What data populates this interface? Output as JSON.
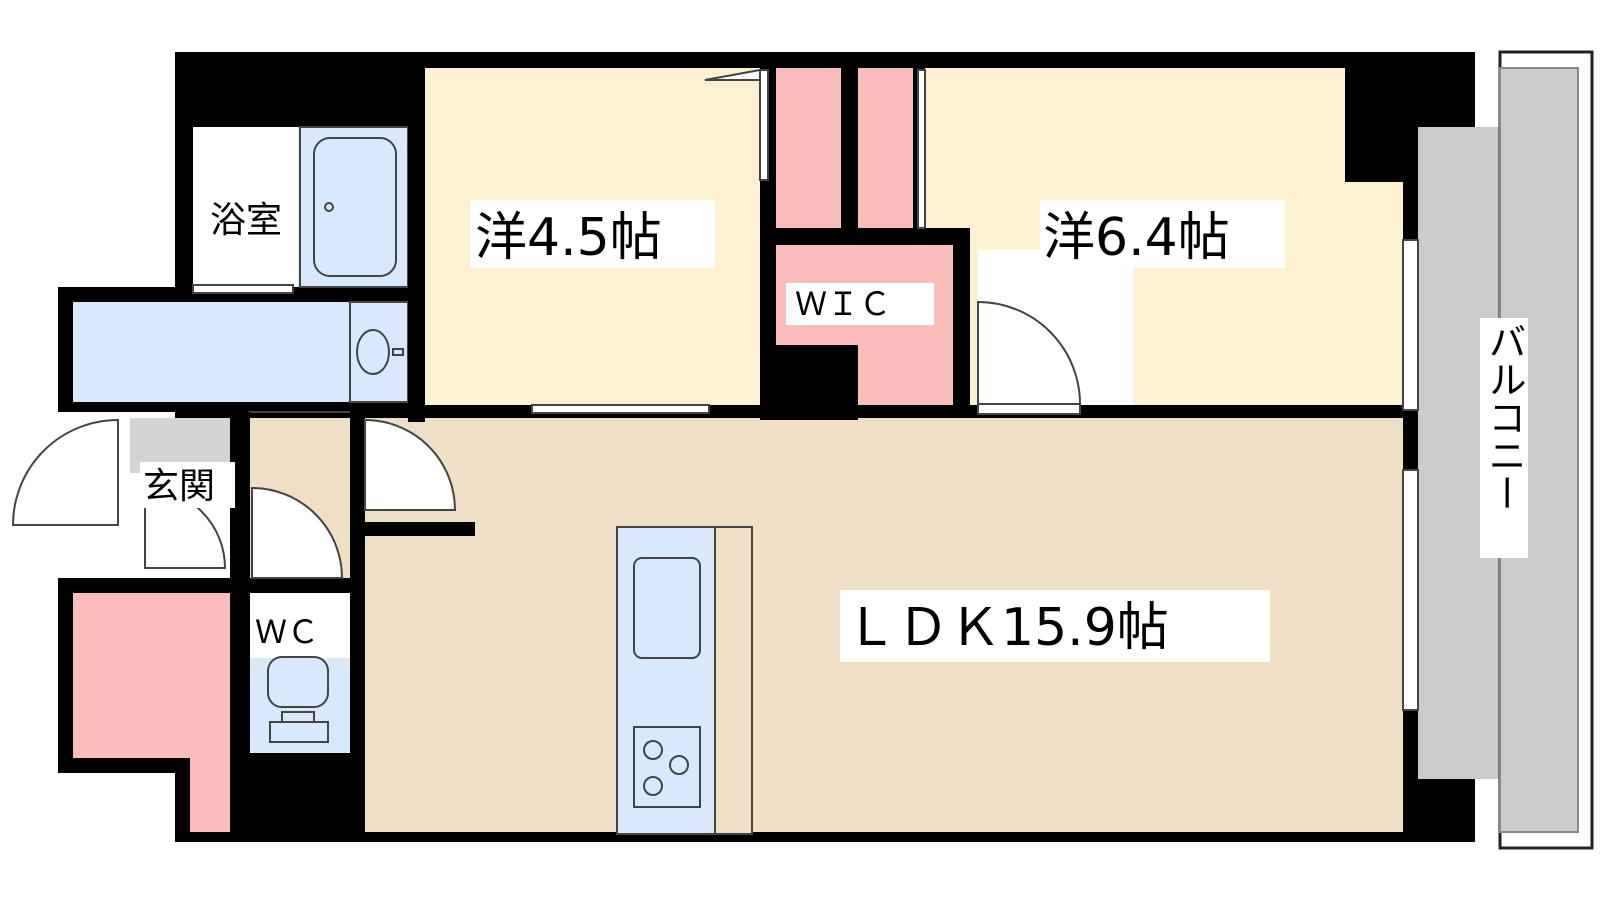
{
  "floor_plan": {
    "rooms": {
      "western_small": "洋4.5帖",
      "western_large": "洋6.4帖",
      "walk_in_closet": "ＷＩＣ",
      "bathroom": "浴室",
      "entrance": "玄関",
      "toilet": "ＷＣ",
      "ldk": "ＬＤＫ15.9帖",
      "balcony": "バルコニー"
    },
    "colors": {
      "wall": "#000000",
      "western_room": "#fdf1d2",
      "ldk_floor": "#efdfc6",
      "wet_area": "#d9e9fb",
      "storage": "#fbbcbc",
      "balcony": "#cccccc",
      "entrance_floor": "#d4d4d4"
    }
  }
}
